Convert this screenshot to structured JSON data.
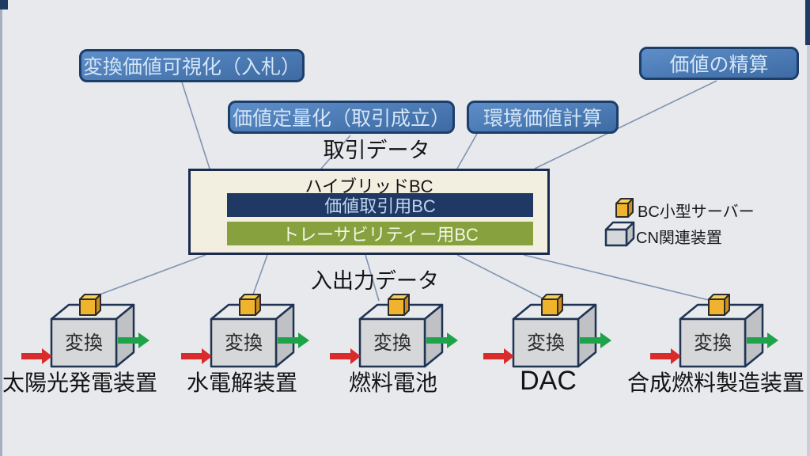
{
  "process_labels": [
    {
      "id": "bid",
      "label": "変換価値可視化（入札）"
    },
    {
      "id": "quantify",
      "label": "価値定量化（取引成立）"
    },
    {
      "id": "env",
      "label": "環境価値計算"
    },
    {
      "id": "settle",
      "label": "価値の精算"
    }
  ],
  "flow_labels": {
    "transaction": "取引データ",
    "io": "入出力データ"
  },
  "hybrid_bc": {
    "title": "ハイブリッドBC",
    "layers": [
      {
        "label": "価値取引用BC"
      },
      {
        "label": "トレーサビリティー用BC"
      }
    ]
  },
  "legend": {
    "items": [
      {
        "icon": "small-yellow-cube-icon",
        "label": "BC小型サーバー"
      },
      {
        "icon": "gray-cube-icon",
        "label": "CN関連装置"
      }
    ]
  },
  "devices": [
    {
      "label": "太陽光発電装置",
      "box_label": "変換"
    },
    {
      "label": "水電解装置",
      "box_label": "変換"
    },
    {
      "label": "燃料電池",
      "box_label": "変換"
    },
    {
      "label": "DAC",
      "box_label": "変換"
    },
    {
      "label": "合成燃料製造装置",
      "box_label": "変換"
    }
  ],
  "colors": {
    "background": "#e7e9ed",
    "process_box_fill": "#4b7ab4",
    "process_box_border": "#1c3e6b",
    "process_box_text": "#d3e5f6",
    "hybrid_box_fill": "#f2efe1",
    "hybrid_box_border": "#1b2b4d",
    "trade_layer_fill": "#1f3864",
    "trade_layer_text": "#bdd7ee",
    "trace_layer_fill": "#87a13e",
    "trace_layer_text": "#f3f7e6",
    "connector": "#8094b0",
    "device_cube": "#d6d7d9",
    "server_cube": "#f0b32e",
    "input_arrow": "#d92b2b",
    "output_arrow": "#1fa34a"
  }
}
